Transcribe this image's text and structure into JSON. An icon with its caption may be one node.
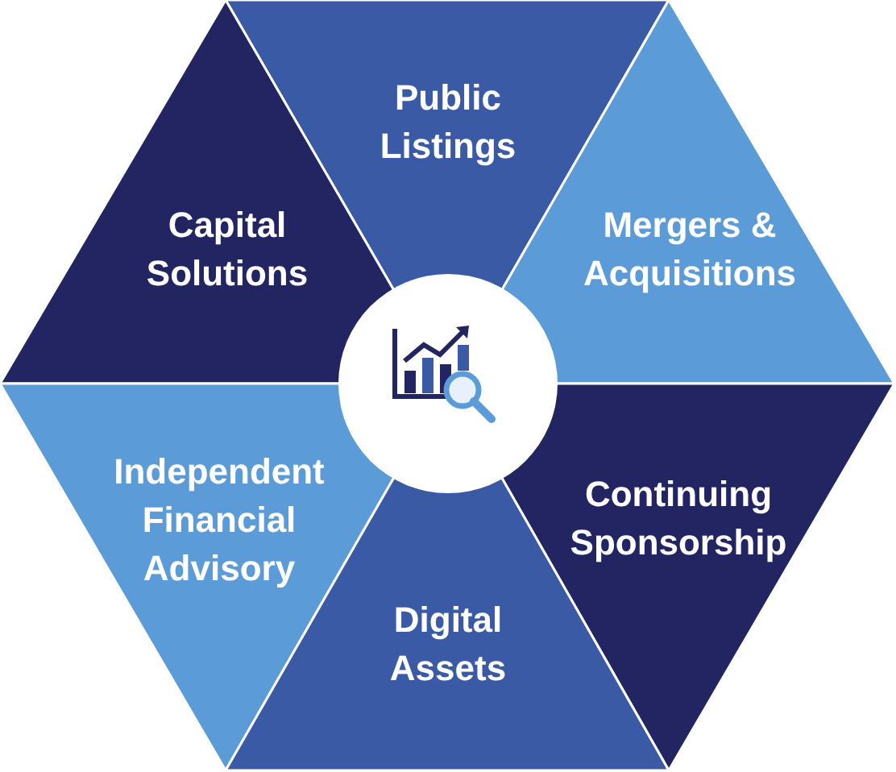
{
  "diagram": {
    "nodes": [
      {
        "text": [
          "Public Listings"
        ]
      },
      {
        "text": [
          "Capital Solutions"
        ]
      },
      {
        "text": [
          "Mergers & Acquisitions"
        ]
      },
      {
        "text": [
          "Independent Financial Advisory"
        ]
      },
      {
        "text": [
          "Continuing Sponsorship"
        ]
      },
      {
        "text": [
          "Digital Assets"
        ]
      }
    ]
  }
}
